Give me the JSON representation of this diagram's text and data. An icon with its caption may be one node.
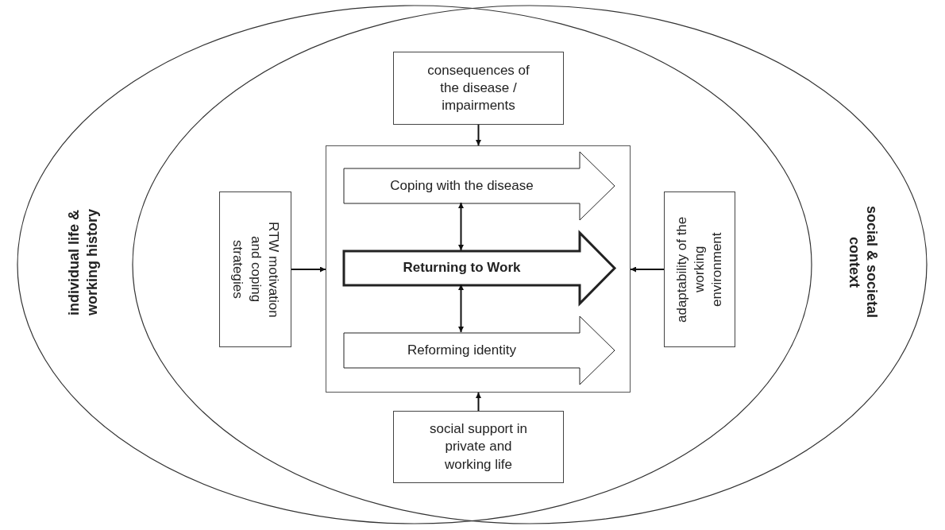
{
  "diagram": {
    "nodes": [
      {
        "text": [
          "consequences of the disease / impairments"
        ]
      },
      {
        "text": [
          "RTW motivation and coping strategies"
        ]
      },
      {
        "text": [],
        "shape": "box"
      },
      {
        "text": [
          "Coping with the disease"
        ],
        "in": 2
      },
      {
        "text": [
          "Returning to Work"
        ],
        "in": 2
      },
      {
        "text": [
          "Reforming identity"
        ],
        "in": 2
      },
      {
        "text": [
          "adaptability of the working environment"
        ]
      },
      {
        "text": [
          "social support in private and working life"
        ]
      }
    ],
    "edges": [
      {
        "from": 0,
        "to": 2,
        "arrow": "to"
      },
      {
        "from": 1,
        "to": 2,
        "arrow": "to"
      },
      {
        "from": 6,
        "to": 2,
        "arrow": "to"
      },
      {
        "from": 7,
        "to": 2,
        "arrow": "to"
      },
      {
        "from": 3,
        "to": 4,
        "arrow": "both"
      },
      {
        "from": 4,
        "to": 5,
        "arrow": "both"
      }
    ],
    "labels": [
      "individual life & working history",
      "social & societal context"
    ]
  }
}
